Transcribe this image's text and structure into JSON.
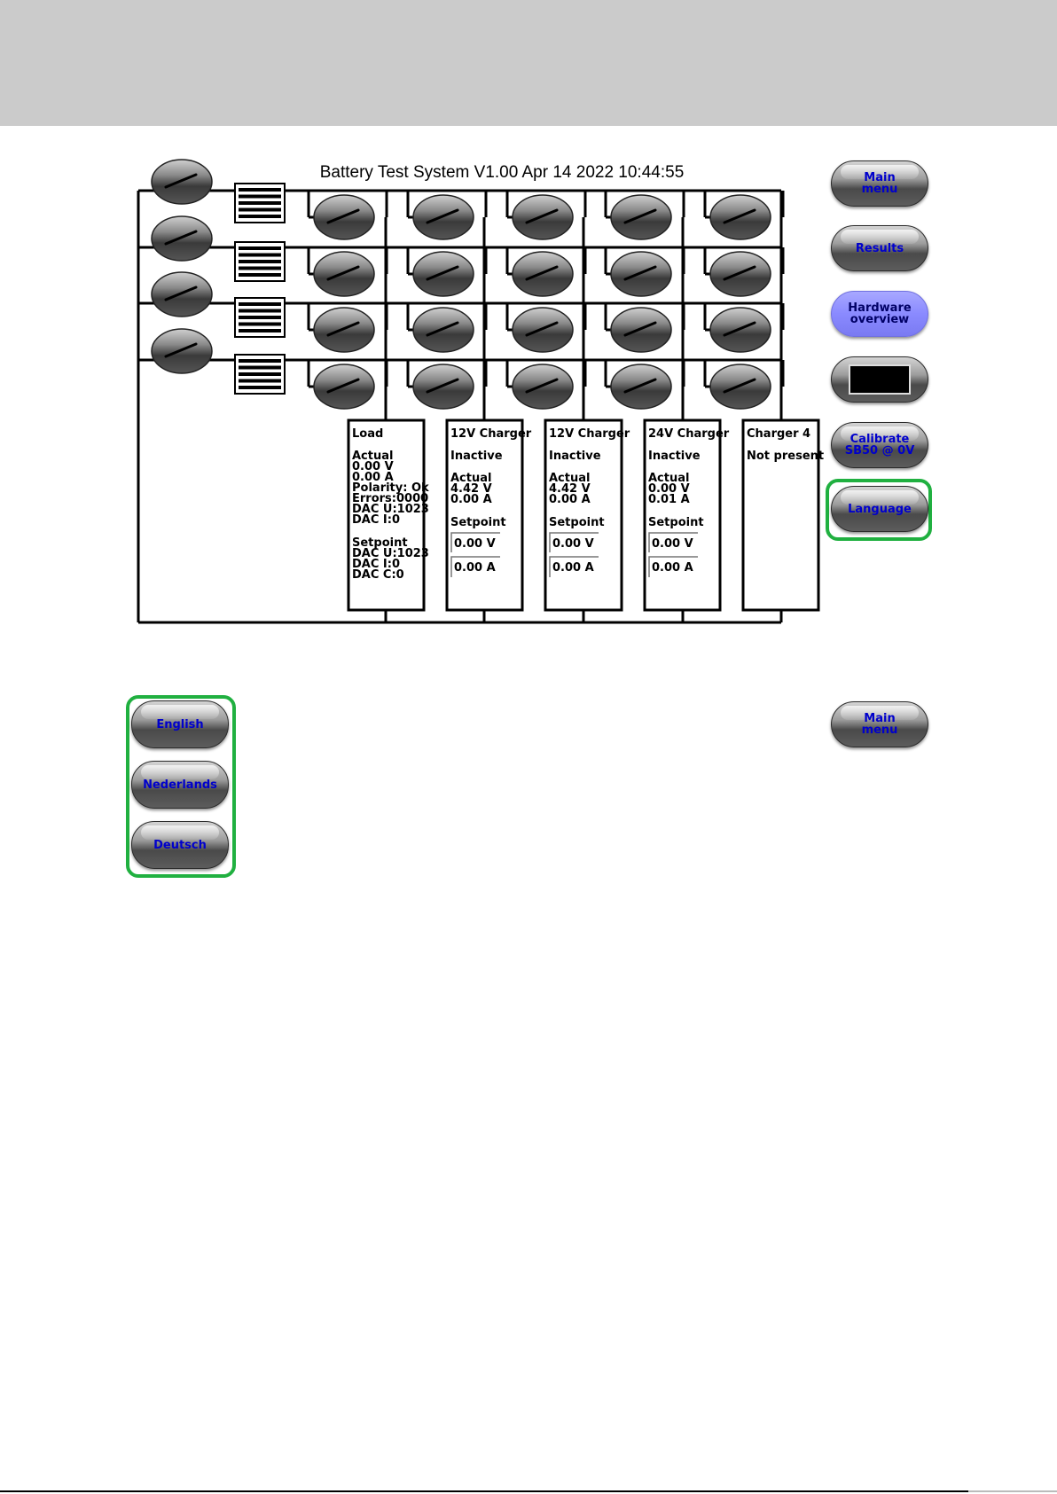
{
  "header": {
    "title": "Battery Test System V1.00 Apr 14 2022 10:44:55"
  },
  "side_menu": {
    "main_menu": "Main\nmenu",
    "results": "Results",
    "hardware_overview": "Hardware\noverview",
    "calibrate": "Calibrate\nSB50 @ 0V",
    "language": "Language"
  },
  "panels": {
    "load": {
      "title": "Load",
      "actual_label": "Actual",
      "actual_v": "0.00 V",
      "actual_a": "0.00 A",
      "polarity": "Polarity: Ok",
      "errors": "Errors:0000",
      "dac_u": "DAC U:1023",
      "dac_i": "DAC I:0",
      "setpoint_label": "Setpoint",
      "set_dac_u": "DAC U:1023",
      "set_dac_i": "DAC I:0",
      "set_dac_c": "DAC C:0"
    },
    "charger1": {
      "title": "12V Charger",
      "state": "Inactive",
      "actual_label": "Actual",
      "actual_v": "4.42 V",
      "actual_a": "0.00 A",
      "setpoint_label": "Setpoint",
      "set_v": "0.00 V",
      "set_a": "0.00 A"
    },
    "charger2": {
      "title": "12V Charger",
      "state": "Inactive",
      "actual_label": "Actual",
      "actual_v": "4.42 V",
      "actual_a": "0.00 A",
      "setpoint_label": "Setpoint",
      "set_v": "0.00 V",
      "set_a": "0.00 A"
    },
    "charger3": {
      "title": "24V Charger",
      "state": "Inactive",
      "actual_label": "Actual",
      "actual_v": "0.00 V",
      "actual_a": "0.01 A",
      "setpoint_label": "Setpoint",
      "set_v": "0.00 V",
      "set_a": "0.00 A"
    },
    "charger4": {
      "title": "Charger 4",
      "state": "Not present"
    }
  },
  "language_menu": {
    "english": "English",
    "nederlands": "Nederlands",
    "deutsch": "Deutsch",
    "main_menu": "Main\nmenu"
  },
  "colors": {
    "top_bar": "#cbcbcb",
    "button_text": "#0000cc",
    "active_button": "#8a8aff",
    "highlight_frame": "#20b040"
  },
  "icons": [
    "switch-icon",
    "battery-slot-icon",
    "display-icon"
  ]
}
